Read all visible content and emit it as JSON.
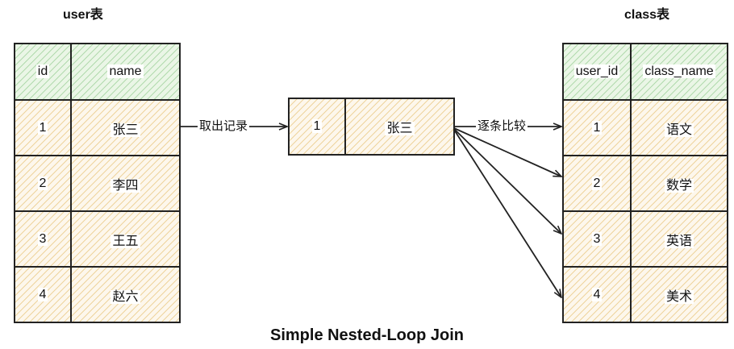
{
  "user_table": {
    "title": "user表",
    "headers": [
      "id",
      "name"
    ],
    "rows": [
      [
        "1",
        "张三"
      ],
      [
        "2",
        "李四"
      ],
      [
        "3",
        "王五"
      ],
      [
        "4",
        "赵六"
      ]
    ]
  },
  "record": {
    "cells": [
      "1",
      "张三"
    ]
  },
  "class_table": {
    "title": "class表",
    "headers": [
      "user_id",
      "class_name"
    ],
    "rows": [
      [
        "1",
        "语文"
      ],
      [
        "2",
        "数学"
      ],
      [
        "3",
        "英语"
      ],
      [
        "4",
        "美术"
      ]
    ]
  },
  "labels": {
    "fetch": "取出记录",
    "compare": "逐条比较"
  },
  "caption": "Simple Nested-Loop Join",
  "colors": {
    "header_fill": "#eaf6e6",
    "cell_fill": "#fdf7ec",
    "stroke": "#222222"
  }
}
